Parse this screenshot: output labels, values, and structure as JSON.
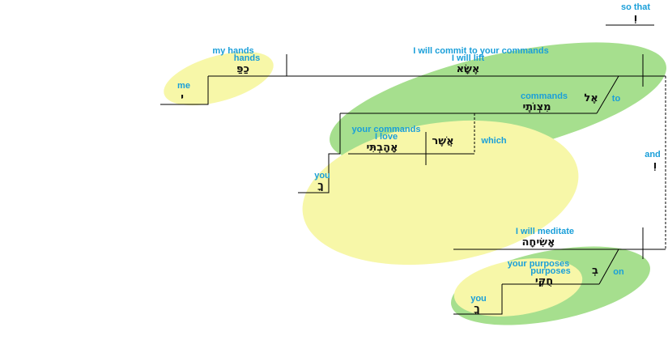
{
  "colors": {
    "gloss": "#1a9fd9",
    "hebrew": "#111111",
    "yellow_ellipse": "#f7f7a8",
    "green_ellipse": "#a6df8e",
    "line": "#000000"
  },
  "words": {
    "so_that": {
      "gloss": "so that",
      "hebrew": "וְ"
    },
    "lift": {
      "phrase": "I will commit to your commands",
      "gloss": "I will lift",
      "hebrew": "אֶשָּׂא"
    },
    "my_hands": {
      "phrase": "my hands",
      "gloss": "hands",
      "hebrew": "כַפַּ"
    },
    "me": {
      "gloss": "me",
      "hebrew": "י"
    },
    "to": {
      "gloss": "to",
      "hebrew": "אֶל"
    },
    "commands": {
      "gloss": "commands",
      "hebrew": "מִצְוֹתֶי"
    },
    "your_commands": {
      "phrase": "your commands",
      "gloss": "I love",
      "hebrew": "אָהָבְתִּי"
    },
    "which": {
      "gloss": "which",
      "hebrew": "אֲשֶׁר"
    },
    "you_1": {
      "gloss": "you",
      "hebrew": "ךָ"
    },
    "and": {
      "gloss": "and",
      "hebrew": "וְ"
    },
    "meditate": {
      "gloss": "I will meditate",
      "hebrew": "אָשִׂיחָה"
    },
    "purposes": {
      "phrase": "your purposes",
      "gloss": "purposes",
      "hebrew": "חֻקֶּי"
    },
    "on": {
      "gloss": "on",
      "hebrew": "בְ"
    },
    "you_2": {
      "gloss": "you",
      "hebrew": "ךָ"
    }
  }
}
